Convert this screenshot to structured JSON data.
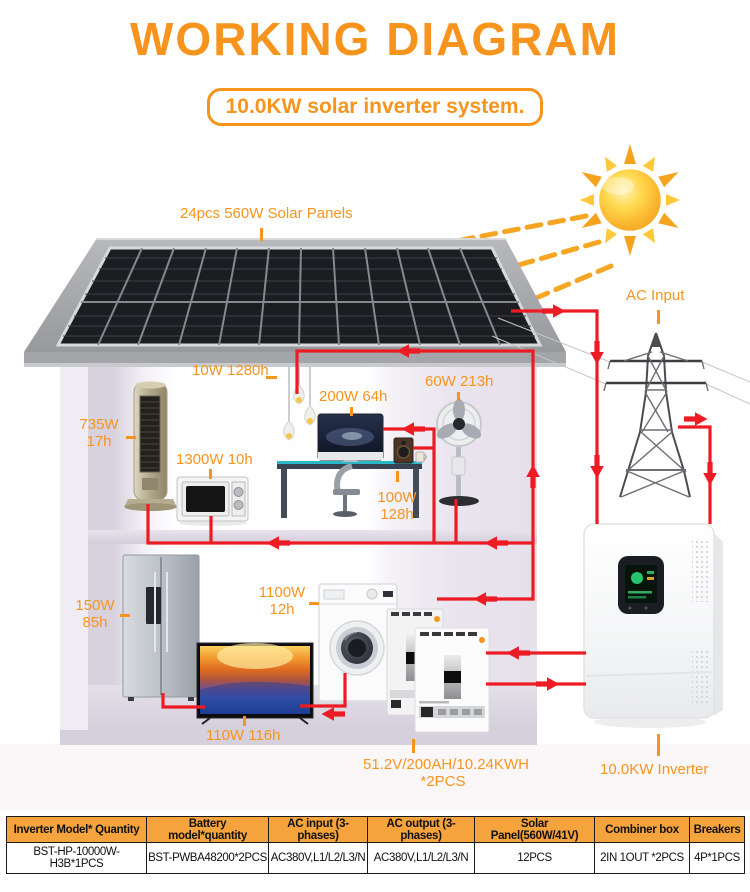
{
  "title": "WORKING DIAGRAM",
  "subtitle": "10.0KW solar inverter system.",
  "colors": {
    "accent_orange": "#F7941E",
    "wire_red": "#ED1C24",
    "table_header_orange": "#F5A33C"
  },
  "labels": {
    "solar_panels": "24pcs 560W Solar Panels",
    "ac_input": "AC Input",
    "lights": "10W 1280h",
    "computer": "200W 64h",
    "fan": "60W 213h",
    "air_conditioner": {
      "l1": "735W",
      "l2": "17h"
    },
    "microwave": "1300W 10h",
    "speaker": {
      "l1": "100W",
      "l2": "128h"
    },
    "fridge": {
      "l1": "150W",
      "l2": "85h"
    },
    "washer": {
      "l1": "1100W",
      "l2": "12h"
    },
    "tv": "110W 116h",
    "battery": {
      "l1": "51.2V/200AH/10.24KWH",
      "l2": "*2PCS"
    },
    "inverter": "10.0KW Inverter"
  },
  "table": {
    "headers": [
      "Inverter Model* Quantity",
      "Battery model*quantity",
      "AC input (3-phases)",
      "AC output (3-phases)",
      "Solar Panel(560W/41V)",
      "Combiner box",
      "Breakers"
    ],
    "rows": [
      [
        "BST-HP-10000W-H3B*1PCS",
        "BST-PWBA48200*2PCS",
        "AC380V,L1/L2/L3/N",
        "AC380V,L1/L2/L3/N",
        "12PCS",
        "2IN 1OUT *2PCS",
        "4P*1PCS"
      ]
    ]
  }
}
